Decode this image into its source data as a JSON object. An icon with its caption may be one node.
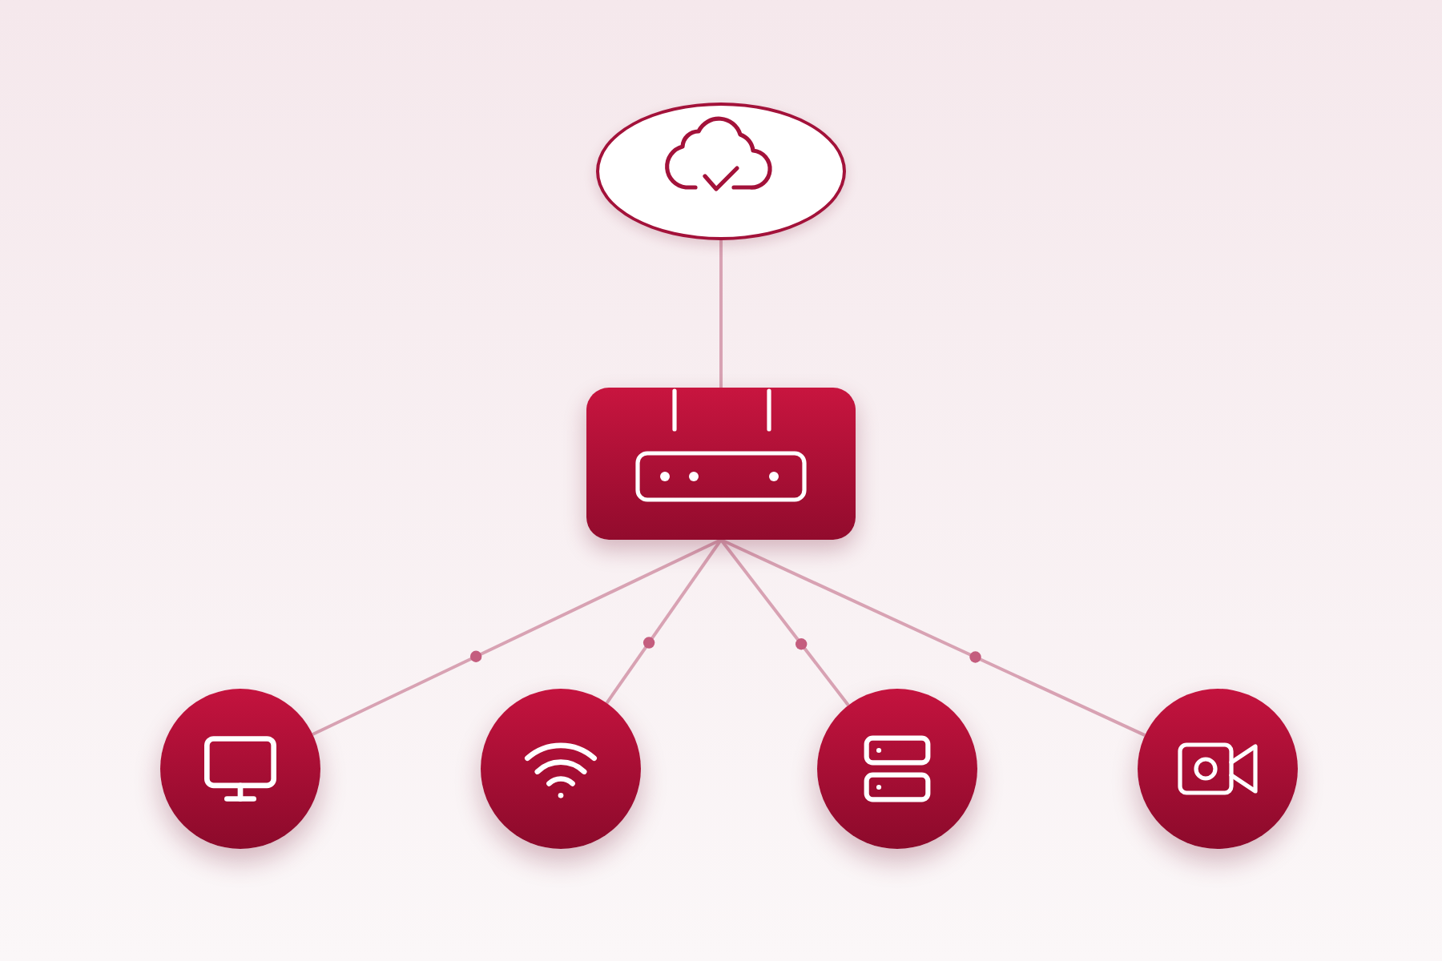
{
  "diagram": {
    "nodes": [
      {
        "text": [],
        "shape": "ellipse"
      },
      {
        "text": [],
        "shape": "box"
      },
      {
        "text": [],
        "shape": "circle"
      },
      {
        "text": [],
        "shape": "circle"
      },
      {
        "text": [],
        "shape": "circle"
      },
      {
        "text": [],
        "shape": "circle"
      }
    ],
    "edges": [
      {
        "from": 0,
        "to": 1,
        "arrow": "none"
      },
      {
        "from": 1,
        "to": 2,
        "arrow": "none"
      },
      {
        "from": 1,
        "to": 3,
        "arrow": "none"
      },
      {
        "from": 1,
        "to": 4,
        "arrow": "none"
      },
      {
        "from": 1,
        "to": 5,
        "arrow": "none"
      }
    ]
  }
}
